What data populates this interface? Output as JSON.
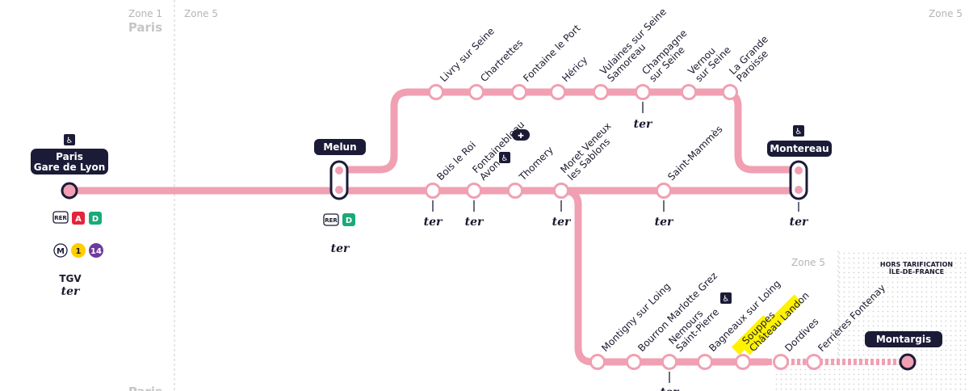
{
  "colors": {
    "line": "#f0a0b2",
    "navy": "#1b1b38",
    "rer_a": "#e4243a",
    "rer_d": "#1aaa78",
    "metro_1": "#ffcd00",
    "metro_14": "#6e3b9d",
    "highlight": "#fff200"
  },
  "zones": {
    "zone1": "Zone 1",
    "zone1_city": "Paris",
    "zone5_left": "Zone 5",
    "zone5_right": "Zone 5",
    "zone5_bottom": "Zone 5",
    "bottom_city": "Paris",
    "hors_line1": "HORS TARIFICATION",
    "hors_line2": "ÎLE-DE-FRANCE"
  },
  "stations": {
    "paris_line1": "Paris",
    "paris_line2": "Gare de Lyon",
    "melun": "Melun",
    "montereau": "Montereau",
    "montargis": "Montargis",
    "livry": "Livry sur Seine",
    "chartrettes": "Chartrettes",
    "fontaine": "Fontaine le Port",
    "hericy": "Héricy",
    "vulaines_1": "Vulaines sur Seine",
    "vulaines_2": "Samoreau",
    "champagne_1": "Champagne",
    "champagne_2": "sur Seine",
    "vernou_1": "Vernou",
    "vernou_2": "sur Seine",
    "grande_1": "La Grande",
    "grande_2": "Paroisse",
    "bois": "Bois le Roi",
    "fontainebleau_1": "Fontainebleau",
    "fontainebleau_2": "Avon",
    "thomery": "Thomery",
    "moret_1": "Moret Veneux",
    "moret_2": "les Sablons",
    "saint_mammes": "Saint-Mammès",
    "montigny": "Montigny sur Loing",
    "bourron": "Bourron Marlotte Grez",
    "nemours_1": "Nemours",
    "nemours_2": "Saint-Pierre",
    "bagneaux": "Bagneaux sur Loing",
    "souppes_1": "Souppes",
    "souppes_2": "Château Landon",
    "dordives": "Dordives",
    "ferrieres": "Ferrières Fontenay"
  },
  "badges": {
    "rer": "RER",
    "a": "A",
    "d": "D",
    "metro": "M",
    "m1": "1",
    "m14": "14",
    "tgv": "TGV",
    "ter": "ter"
  },
  "icons": {
    "accessible": "wheelchair-icon",
    "bus": "bus-icon"
  }
}
